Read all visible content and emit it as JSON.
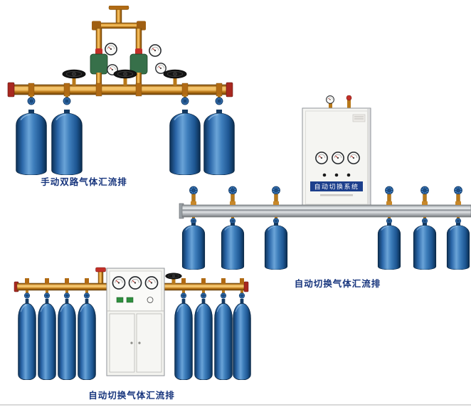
{
  "page": {
    "background": "#ffffff"
  },
  "figures": {
    "manual_dual": {
      "caption": "手动双路气体汇流排",
      "cylinder_count": 4
    },
    "auto_wall": {
      "caption": "自动切换气体汇流排",
      "cabinet_label": "自动切换系统",
      "cylinder_count": 6
    },
    "auto_floor": {
      "caption": "自动切换气体汇流排",
      "cylinder_count": 8
    }
  },
  "colors": {
    "caption_text": "#17357d",
    "cylinder_blue": "#2e6cae",
    "brass_pipe": "#cf8a2b",
    "red_cap": "#a82820",
    "aluminum_rail": "#c2c6ca",
    "cabinet_face": "#f4f4f1",
    "label_band_blue": "#1c3f8c"
  }
}
